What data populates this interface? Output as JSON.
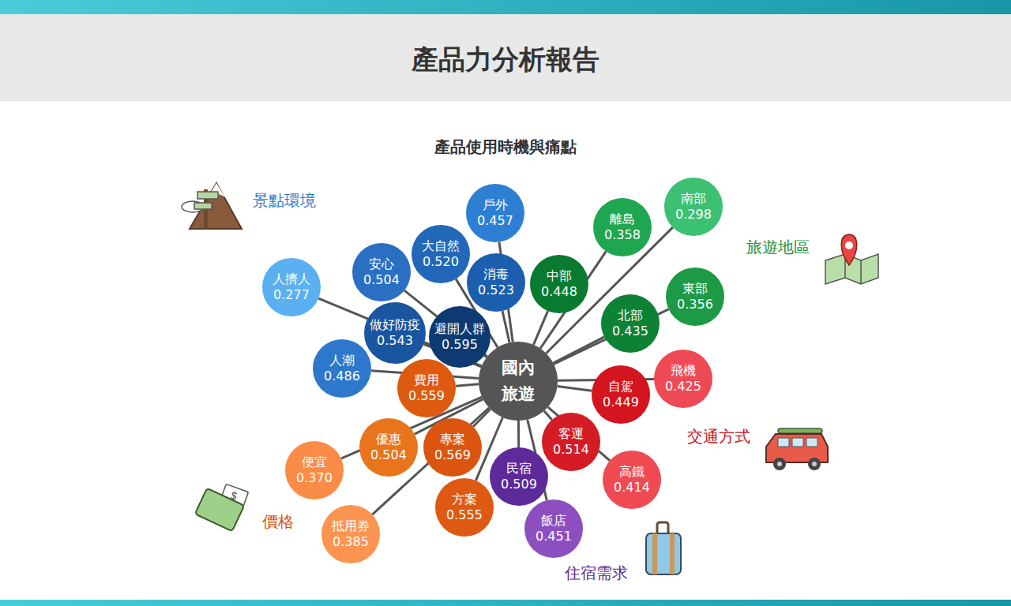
{
  "diagram": {
    "title": "產品力分析報告",
    "nodes": [
      {
        "text": [
          "國內 旅遊"
        ]
      },
      {
        "text": [
          "戶外",
          "0.457"
        ]
      },
      {
        "text": [
          "大自然",
          "0.520"
        ]
      },
      {
        "text": [
          "消毒",
          "0.523"
        ]
      },
      {
        "text": [
          "安心",
          "0.504"
        ]
      },
      {
        "text": [
          "人擠人",
          "0.277"
        ]
      },
      {
        "text": [
          "做好防疫",
          "0.543"
        ]
      },
      {
        "text": [
          "避開人群",
          "0.595"
        ]
      },
      {
        "text": [
          "人潮",
          "0.486"
        ]
      },
      {
        "text": [
          "南部",
          "0.298"
        ]
      },
      {
        "text": [
          "離島",
          "0.358"
        ]
      },
      {
        "text": [
          "中部",
          "0.448"
        ]
      },
      {
        "text": [
          "東部",
          "0.356"
        ]
      },
      {
        "text": [
          "北部",
          "0.435"
        ]
      },
      {
        "text": [
          "飛機",
          "0.425"
        ]
      },
      {
        "text": [
          "自駕",
          "0.449"
        ]
      },
      {
        "text": [
          "客運",
          "0.514"
        ]
      },
      {
        "text": [
          "高鐵",
          "0.414"
        ]
      },
      {
        "text": [
          "民宿",
          "0.509"
        ]
      },
      {
        "text": [
          "飯店",
          "0.451"
        ]
      },
      {
        "text": [
          "費用",
          "0.559"
        ]
      },
      {
        "text": [
          "優惠",
          "0.504"
        ]
      },
      {
        "text": [
          "專案",
          "0.569"
        ]
      },
      {
        "text": [
          "方案",
          "0.555"
        ]
      },
      {
        "text": [
          "便宜",
          "0.370"
        ]
      },
      {
        "text": [
          "抵用券",
          "0.385"
        ]
      }
    ],
    "edges": [
      {
        "from": 0,
        "to": 1,
        "arrow": "none"
      },
      {
        "from": 0,
        "to": 2,
        "arrow": "none"
      },
      {
        "from": 0,
        "to": 3,
        "arrow": "none"
      },
      {
        "from": 0,
        "to": 4,
        "arrow": "none"
      },
      {
        "from": 0,
        "to": 5,
        "arrow": "none"
      },
      {
        "from": 0,
        "to": 6,
        "arrow": "none"
      },
      {
        "from": 0,
        "to": 7,
        "arrow": "none"
      },
      {
        "from": 0,
        "to": 8,
        "arrow": "none"
      },
      {
        "from": 0,
        "to": 9,
        "arrow": "none"
      },
      {
        "from": 0,
        "to": 10,
        "arrow": "none"
      },
      {
        "from": 0,
        "to": 11,
        "arrow": "none"
      },
      {
        "from": 0,
        "to": 12,
        "arrow": "none"
      },
      {
        "from": 0,
        "to": 13,
        "arrow": "none"
      },
      {
        "from": 0,
        "to": 14,
        "arrow": "none"
      },
      {
        "from": 0,
        "to": 15,
        "arrow": "none"
      },
      {
        "from": 0,
        "to": 16,
        "arrow": "none"
      },
      {
        "from": 0,
        "to": 17,
        "arrow": "none"
      },
      {
        "from": 0,
        "to": 18,
        "arrow": "none"
      },
      {
        "from": 0,
        "to": 19,
        "arrow": "none"
      },
      {
        "from": 0,
        "to": 20,
        "arrow": "none"
      },
      {
        "from": 0,
        "to": 21,
        "arrow": "none"
      },
      {
        "from": 0,
        "to": 22,
        "arrow": "none"
      },
      {
        "from": 0,
        "to": 23,
        "arrow": "none"
      },
      {
        "from": 0,
        "to": 24,
        "arrow": "none"
      },
      {
        "from": 0,
        "to": 25,
        "arrow": "none"
      }
    ],
    "labels": [
      "產品使用時機與痛點",
      "景點環境",
      "旅遊地區",
      "交通方式",
      "住宿需求",
      "價格"
    ]
  }
}
